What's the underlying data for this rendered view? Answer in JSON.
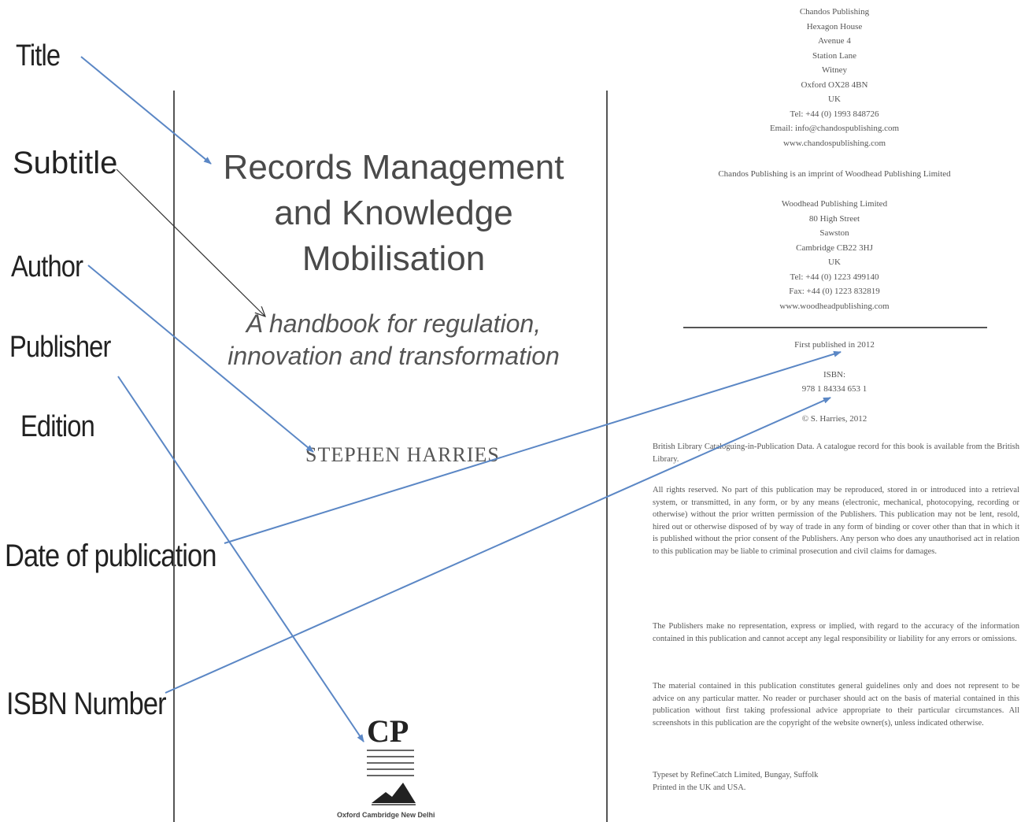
{
  "labels": {
    "title": "Title",
    "subtitle": "Subtitle",
    "author": "Author",
    "publisher": "Publisher",
    "edition": "Edition",
    "date": "Date of publication",
    "isbn": "ISBN Number"
  },
  "book": {
    "title_lines": [
      "Records Management",
      "and Knowledge",
      "Mobilisation"
    ],
    "subtitle_lines": [
      "A handbook for regulation,",
      "innovation and transformation"
    ],
    "author": "STEPHEN HARRIES",
    "logo_text": "CP",
    "logo_caption": "Oxford Cambridge New Delhi"
  },
  "imprint": {
    "address1": [
      "Chandos Publishing",
      "Hexagon House",
      "Avenue 4",
      "Station Lane",
      "Witney",
      "Oxford OX28 4BN",
      "UK",
      "Tel: +44 (0) 1993 848726",
      "Email: info@chandospublishing.com",
      "www.chandospublishing.com"
    ],
    "imprint_note": "Chandos Publishing is an imprint of Woodhead Publishing Limited",
    "address2": [
      "Woodhead Publishing Limited",
      "80 High Street",
      "Sawston",
      "Cambridge CB22 3HJ",
      "UK",
      "Tel: +44 (0) 1223 499140",
      "Fax: +44 (0) 1223 832819",
      "www.woodheadpublishing.com"
    ],
    "first_published": "First published in 2012",
    "isbn_label": "ISBN:",
    "isbn_value": "978 1 84334 653 1",
    "copyright": "© S. Harries, 2012",
    "cip": "British Library Cataloguing-in-Publication Data. A catalogue record for this book is available from the British Library.",
    "rights": "All rights reserved. No part of this publication may be reproduced, stored in or introduced into a retrieval system, or transmitted, in any form, or by any means (electronic, mechanical, photocopying, recording or otherwise) without the prior written permission of the Publishers. This publication may not be lent, resold, hired out or otherwise disposed of by way of trade in any form of binding or cover other than that in which it is published without the prior consent of the Publishers. Any person who does any unauthorised act in relation to this publication may be liable to criminal prosecution and civil claims for damages.",
    "representation": "The Publishers make no representation, express or implied, with regard to the accuracy of the information contained in this publication and cannot accept any legal responsibility or liability for any errors or omissions.",
    "guidelines": "The material contained in this publication constitutes general guidelines only and does not represent to be advice on any particular matter. No reader or purchaser should act on the basis of material contained in this publication without first taking professional advice appropriate to their particular circumstances. All screenshots in this publication are the copyright of the website owner(s), unless indicated otherwise.",
    "typeset": [
      "Typeset by RefineCatch Limited, Bungay, Suffolk",
      "Printed in the UK and USA."
    ]
  },
  "colors": {
    "arrow": "#5b87c5",
    "thin_arrow": "#333333",
    "text": "#555555"
  }
}
